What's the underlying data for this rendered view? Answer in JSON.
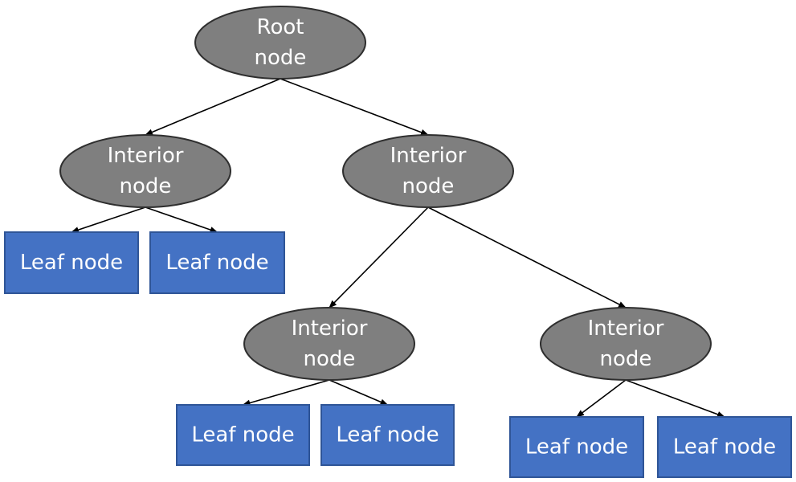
{
  "colors": {
    "interior_fill": "#7f7f7f",
    "leaf_fill": "#4472c4",
    "edge": "#000000",
    "text": "#ffffff"
  },
  "nodes": {
    "root": {
      "kind": "ellipse",
      "lines": [
        "Root",
        "node"
      ]
    },
    "interior_left": {
      "kind": "ellipse",
      "lines": [
        "Interior",
        "node"
      ]
    },
    "interior_right": {
      "kind": "ellipse",
      "lines": [
        "Interior",
        "node"
      ]
    },
    "interior_lower_left": {
      "kind": "ellipse",
      "lines": [
        "Interior",
        "node"
      ]
    },
    "interior_lower_right": {
      "kind": "ellipse",
      "lines": [
        "Interior",
        "node"
      ]
    },
    "leaf_1": {
      "kind": "rect",
      "lines": [
        "Leaf node"
      ]
    },
    "leaf_2": {
      "kind": "rect",
      "lines": [
        "Leaf node"
      ]
    },
    "leaf_3": {
      "kind": "rect",
      "lines": [
        "Leaf node"
      ]
    },
    "leaf_4": {
      "kind": "rect",
      "lines": [
        "Leaf node"
      ]
    },
    "leaf_5": {
      "kind": "rect",
      "lines": [
        "Leaf node"
      ]
    },
    "leaf_6": {
      "kind": "rect",
      "lines": [
        "Leaf node"
      ]
    }
  },
  "edges": [
    [
      "root",
      "interior_left"
    ],
    [
      "root",
      "interior_right"
    ],
    [
      "interior_left",
      "leaf_1"
    ],
    [
      "interior_left",
      "leaf_2"
    ],
    [
      "interior_right",
      "interior_lower_left"
    ],
    [
      "interior_right",
      "interior_lower_right"
    ],
    [
      "interior_lower_left",
      "leaf_3"
    ],
    [
      "interior_lower_left",
      "leaf_4"
    ],
    [
      "interior_lower_right",
      "leaf_5"
    ],
    [
      "interior_lower_right",
      "leaf_6"
    ]
  ]
}
